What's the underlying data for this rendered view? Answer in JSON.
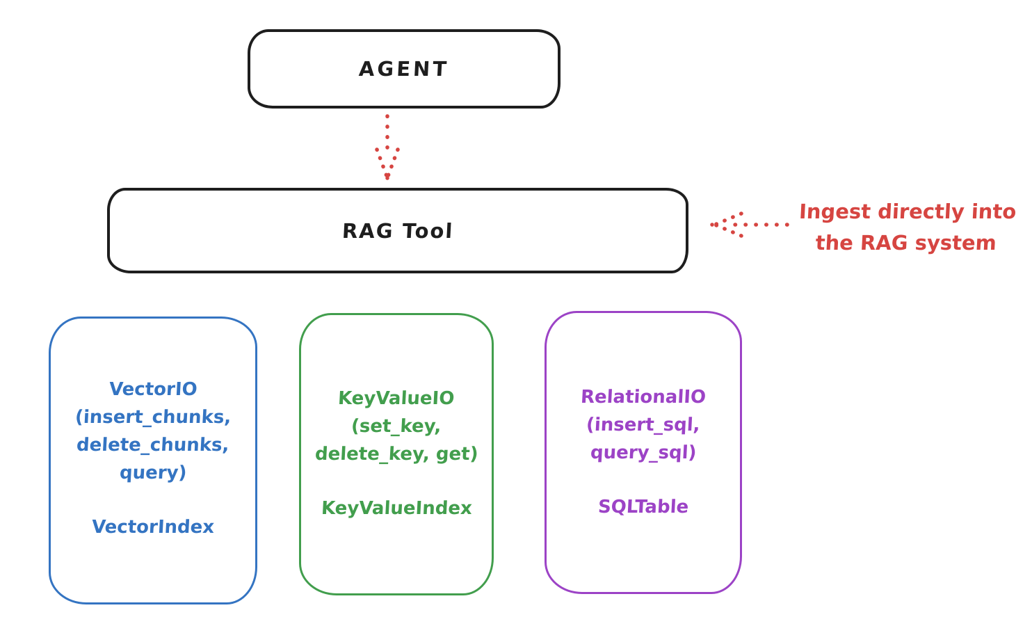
{
  "colors": {
    "ink": "#1e1e1e",
    "red": "#d64541",
    "blue": "#3474c2",
    "green": "#429e4d",
    "purple": "#9c43c6",
    "background": "#ffffff"
  },
  "nodes": {
    "agent": {
      "label": "AGENT"
    },
    "rag_tool": {
      "label": "RAG Tool"
    },
    "vector": {
      "title": "VectorIO",
      "lines": [
        "(insert_chunks,",
        "delete_chunks,",
        "query)"
      ],
      "index_label": "VectorIndex",
      "color": "#3474c2"
    },
    "keyvalue": {
      "title": "KeyValueIO",
      "lines": [
        "(set_key,",
        "delete_key, get)"
      ],
      "index_label": "KeyValueIndex",
      "color": "#429e4d"
    },
    "relational": {
      "title": "RelationalIO",
      "lines": [
        "(insert_sql,",
        "query_sql)"
      ],
      "index_label": "SQLTable",
      "color": "#9c43c6"
    }
  },
  "annotation": {
    "line1": "Ingest directly into",
    "line2": "the RAG system",
    "color": "#d64541"
  },
  "arrows": {
    "agent_to_rag": {
      "icon": "dotted-arrow-down-icon",
      "style": "dotted",
      "direction": "down",
      "color": "#d64541"
    },
    "ingest_to_rag": {
      "icon": "dotted-arrow-left-icon",
      "style": "dotted",
      "direction": "left",
      "color": "#d64541"
    }
  }
}
